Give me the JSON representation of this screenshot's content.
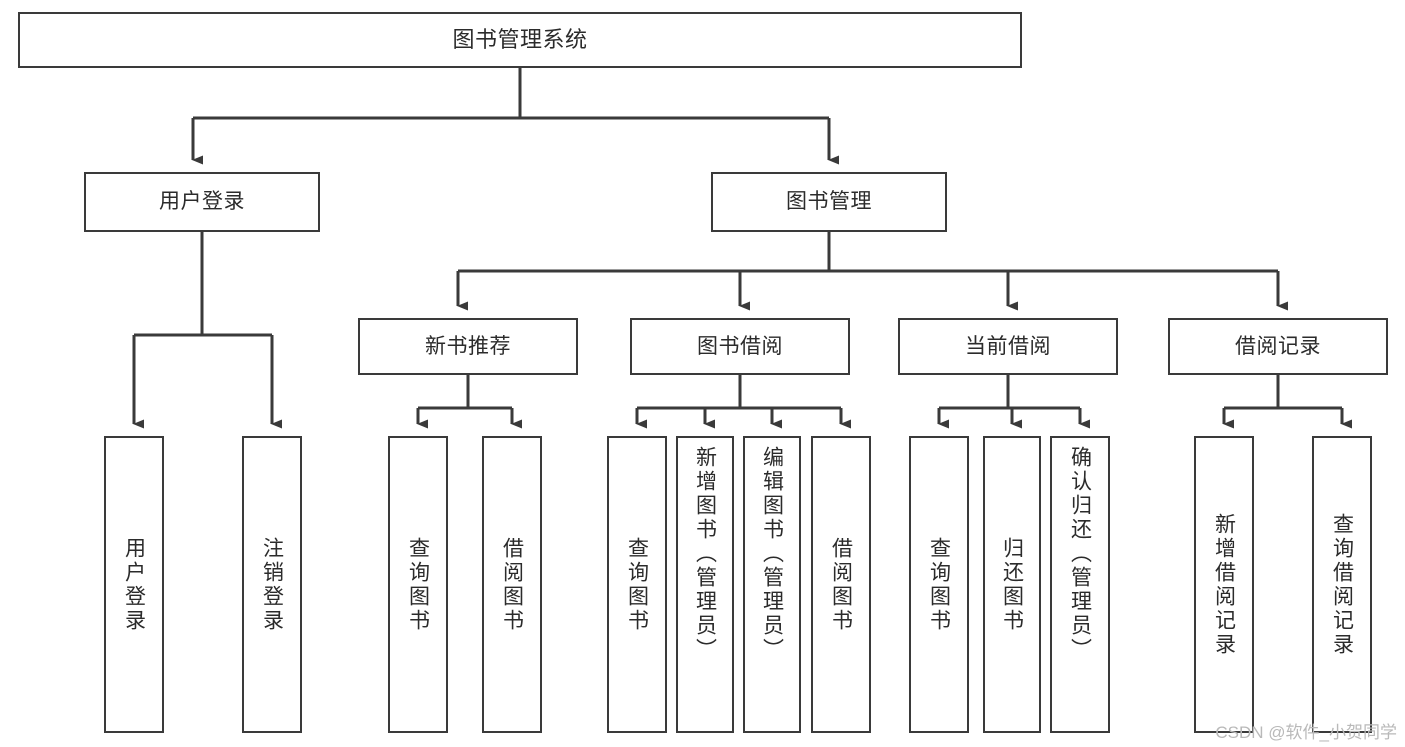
{
  "diagram": {
    "title": "图书管理系统",
    "type": "tree-structure-chart",
    "stroke_color": "#3a3a3a",
    "text_color": "#2b2b2b",
    "background_color": "#ffffff"
  },
  "root": {
    "label": "图书管理系统"
  },
  "level2": [
    {
      "label": "用户登录"
    },
    {
      "label": "图书管理"
    }
  ],
  "level3": [
    {
      "label": "新书推荐"
    },
    {
      "label": "图书借阅"
    },
    {
      "label": "当前借阅"
    },
    {
      "label": "借阅记录"
    }
  ],
  "leaves": {
    "user_login": [
      {
        "label": "用户登录"
      },
      {
        "label": "注销登录"
      }
    ],
    "new_book_recommend": [
      {
        "label": "查询图书"
      },
      {
        "label": "借阅图书"
      }
    ],
    "book_borrow": [
      {
        "label": "查询图书"
      },
      {
        "label": "新增图书（管理员）"
      },
      {
        "label": "编辑图书（管理员）"
      },
      {
        "label": "借阅图书"
      }
    ],
    "current_borrow": [
      {
        "label": "查询图书"
      },
      {
        "label": "归还图书"
      },
      {
        "label": "确认归还（管理员）"
      }
    ],
    "borrow_record": [
      {
        "label": "新增借阅记录"
      },
      {
        "label": "查询借阅记录"
      }
    ]
  },
  "watermark": {
    "text": "CSDN @软件_小贺同学"
  }
}
